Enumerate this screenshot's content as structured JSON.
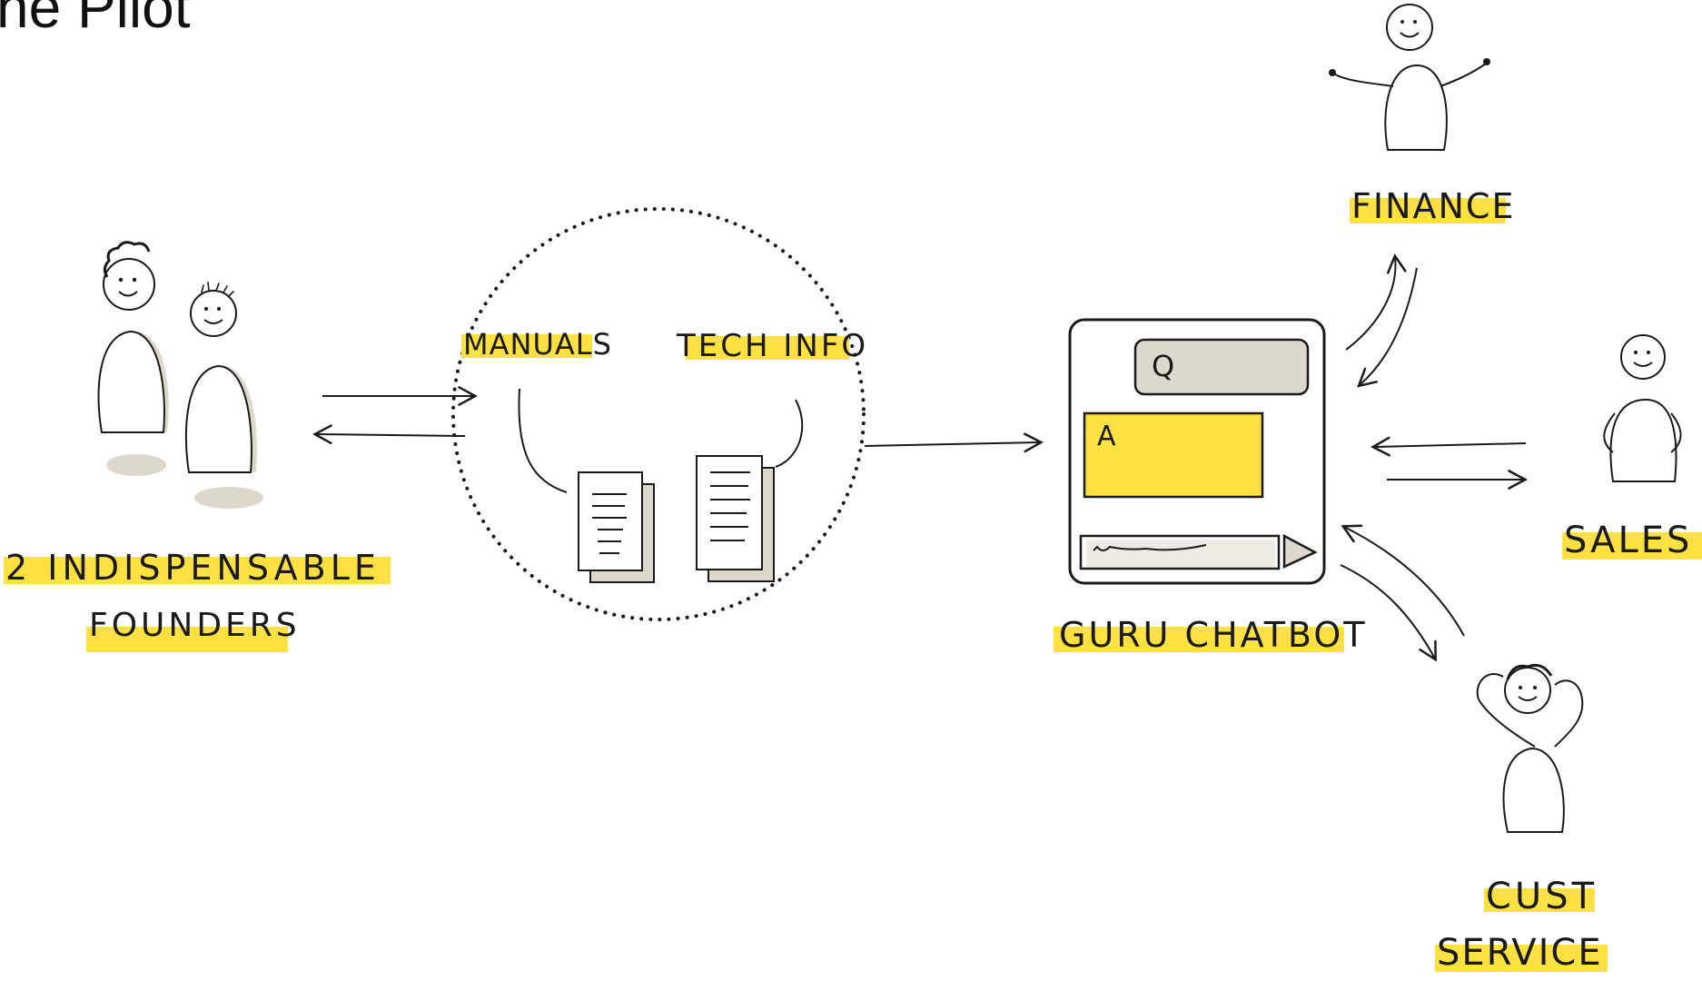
{
  "title": "he Pilot",
  "colors": {
    "ink": "#1a1a1a",
    "highlight": "#fde142",
    "shade": "#ddd8cc",
    "paper": "#ffffff"
  },
  "labels": {
    "founders_line1": "2 INDISPENSABLE",
    "founders_line2": "FOUNDERS",
    "manuals": "MANUALS",
    "tech_info": "TECH INFO",
    "chatbot": "GURU CHATBOT",
    "query": "Q",
    "answer": "A",
    "finance": "FINANCE",
    "sales": "SALES",
    "cust_line1": "CUST",
    "cust_line2": "SERVICE"
  },
  "icons": [
    "person-icon",
    "document-icon",
    "search-bar-icon",
    "send-icon",
    "arrow-icon"
  ]
}
